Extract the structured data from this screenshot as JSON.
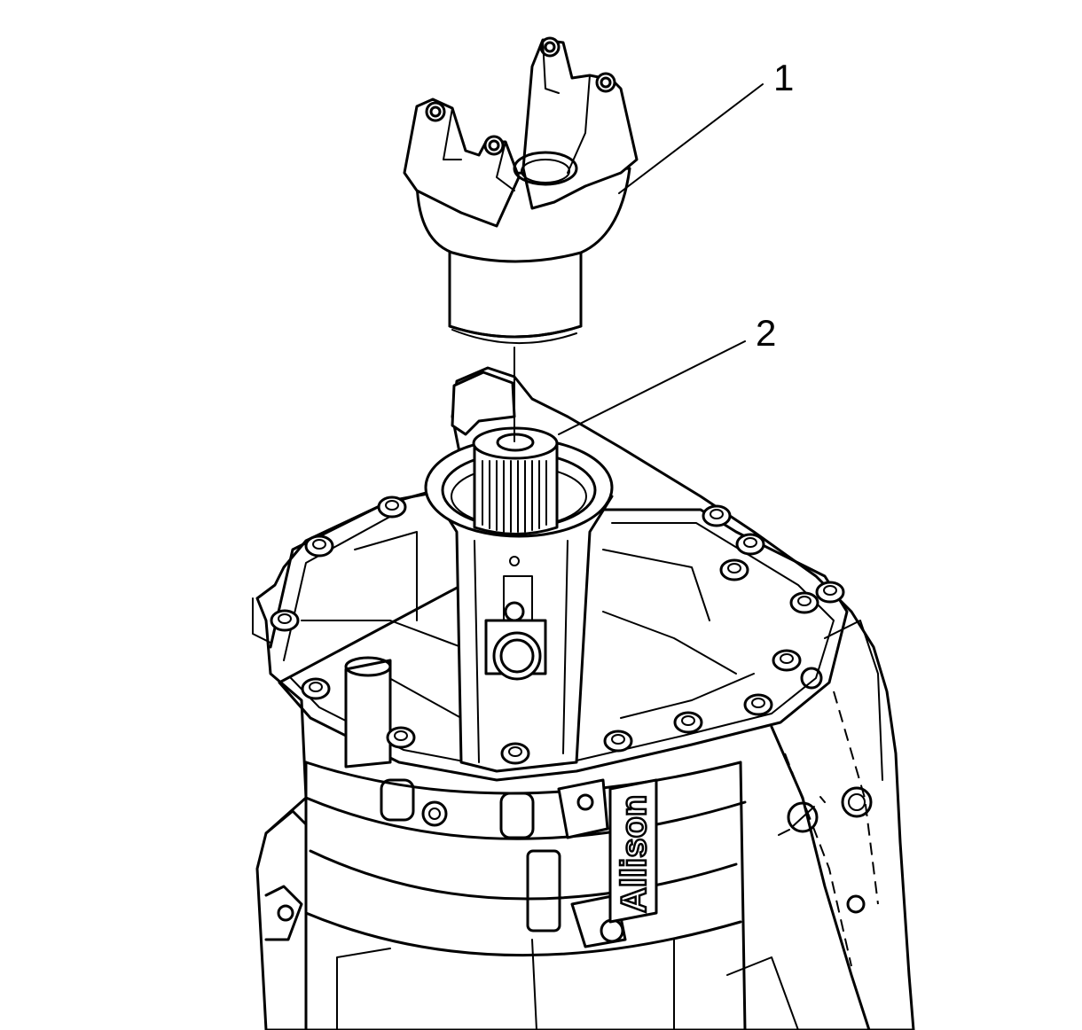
{
  "callouts": [
    {
      "label": "1"
    },
    {
      "label": "2"
    }
  ],
  "housing_brand_text": "Allison"
}
